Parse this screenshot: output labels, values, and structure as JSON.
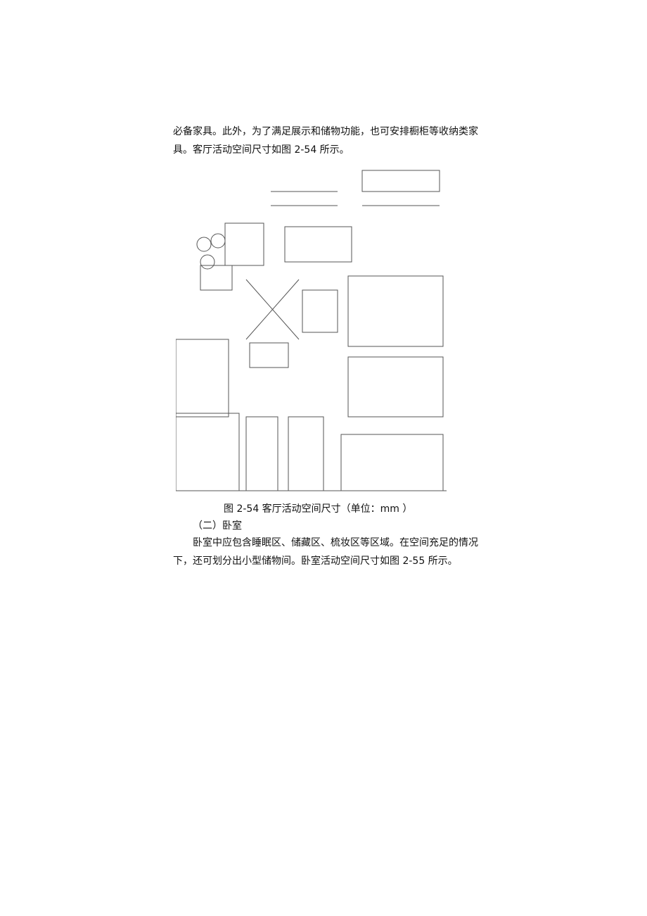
{
  "paragraph1": {
    "line1": "必备家具。此外，为了满足展示和储物功能，也可安排橱柜等收纳类家",
    "line2": "具。客厅活动空间尺寸如图 2-54 所示。"
  },
  "figure": {
    "caption": "图 2-54 客厅活动空间尺寸（单位：mm ）",
    "line_color": "#555555"
  },
  "section": {
    "heading": "（二）卧室",
    "line1": "卧室中应包含睡眠区、储藏区、梳妆区等区域。在空间充足的情况",
    "line2": "下，还可划分出小型储物间。卧室活动空间尺寸如图 2-55 所示。"
  }
}
